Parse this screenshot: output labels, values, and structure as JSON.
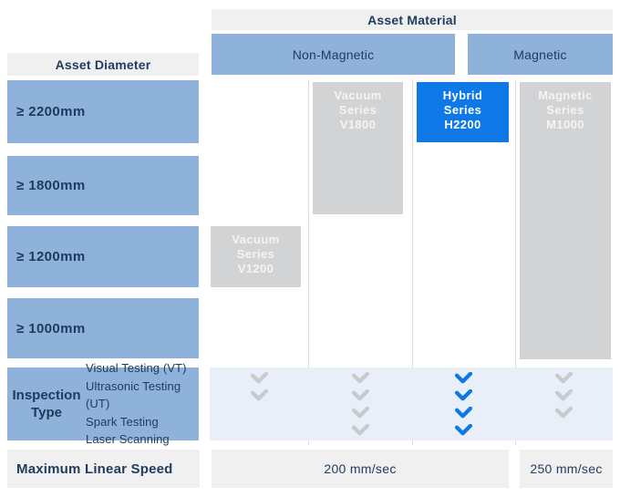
{
  "headers": {
    "asset_material": "Asset Material",
    "non_magnetic": "Non-Magnetic",
    "magnetic": "Magnetic",
    "asset_diameter": "Asset Diameter"
  },
  "diameter_rows": [
    {
      "label": "≥ 2200mm"
    },
    {
      "label": "≥ 1800mm"
    },
    {
      "label": "≥ 1200mm"
    },
    {
      "label": "≥ 1000mm"
    }
  ],
  "products": [
    {
      "id": "v1800",
      "line1": "Vacuum",
      "line2": "Series",
      "line3": "V1800",
      "highlighted": false
    },
    {
      "id": "h2200",
      "line1": "Hybrid",
      "line2": "Series",
      "line3": "H2200",
      "highlighted": true
    },
    {
      "id": "m1000",
      "line1": "Magnetic",
      "line2": "Series",
      "line3": "M1000",
      "highlighted": false
    },
    {
      "id": "v1200",
      "line1": "Vacuum",
      "line2": "Series",
      "line3": "V1200",
      "highlighted": false
    }
  ],
  "inspection": {
    "label_line1": "Inspection",
    "label_line2": "Type",
    "types": [
      "Visual Testing (VT)",
      "Ultrasonic Testing (UT)",
      "Spark Testing",
      "Laser Scanning"
    ],
    "matrix": {
      "v1200": [
        true,
        true,
        false,
        false
      ],
      "v1800": [
        true,
        true,
        true,
        true
      ],
      "h2200": [
        true,
        true,
        true,
        true
      ],
      "m1000": [
        true,
        true,
        true,
        false
      ]
    }
  },
  "speed": {
    "label": "Maximum Linear Speed",
    "non_magnetic_value": "200 mm/sec",
    "magnetic_value": "250 mm/sec"
  },
  "colors": {
    "accent_blue": "#0d78e6",
    "band_blue": "#8fb2db",
    "light_gray": "#f0f0f1",
    "card_gray": "#d2d3d5",
    "check_gray": "#c8cacd",
    "inspection_bg": "#e8eff9",
    "text_navy": "#203c5e"
  }
}
